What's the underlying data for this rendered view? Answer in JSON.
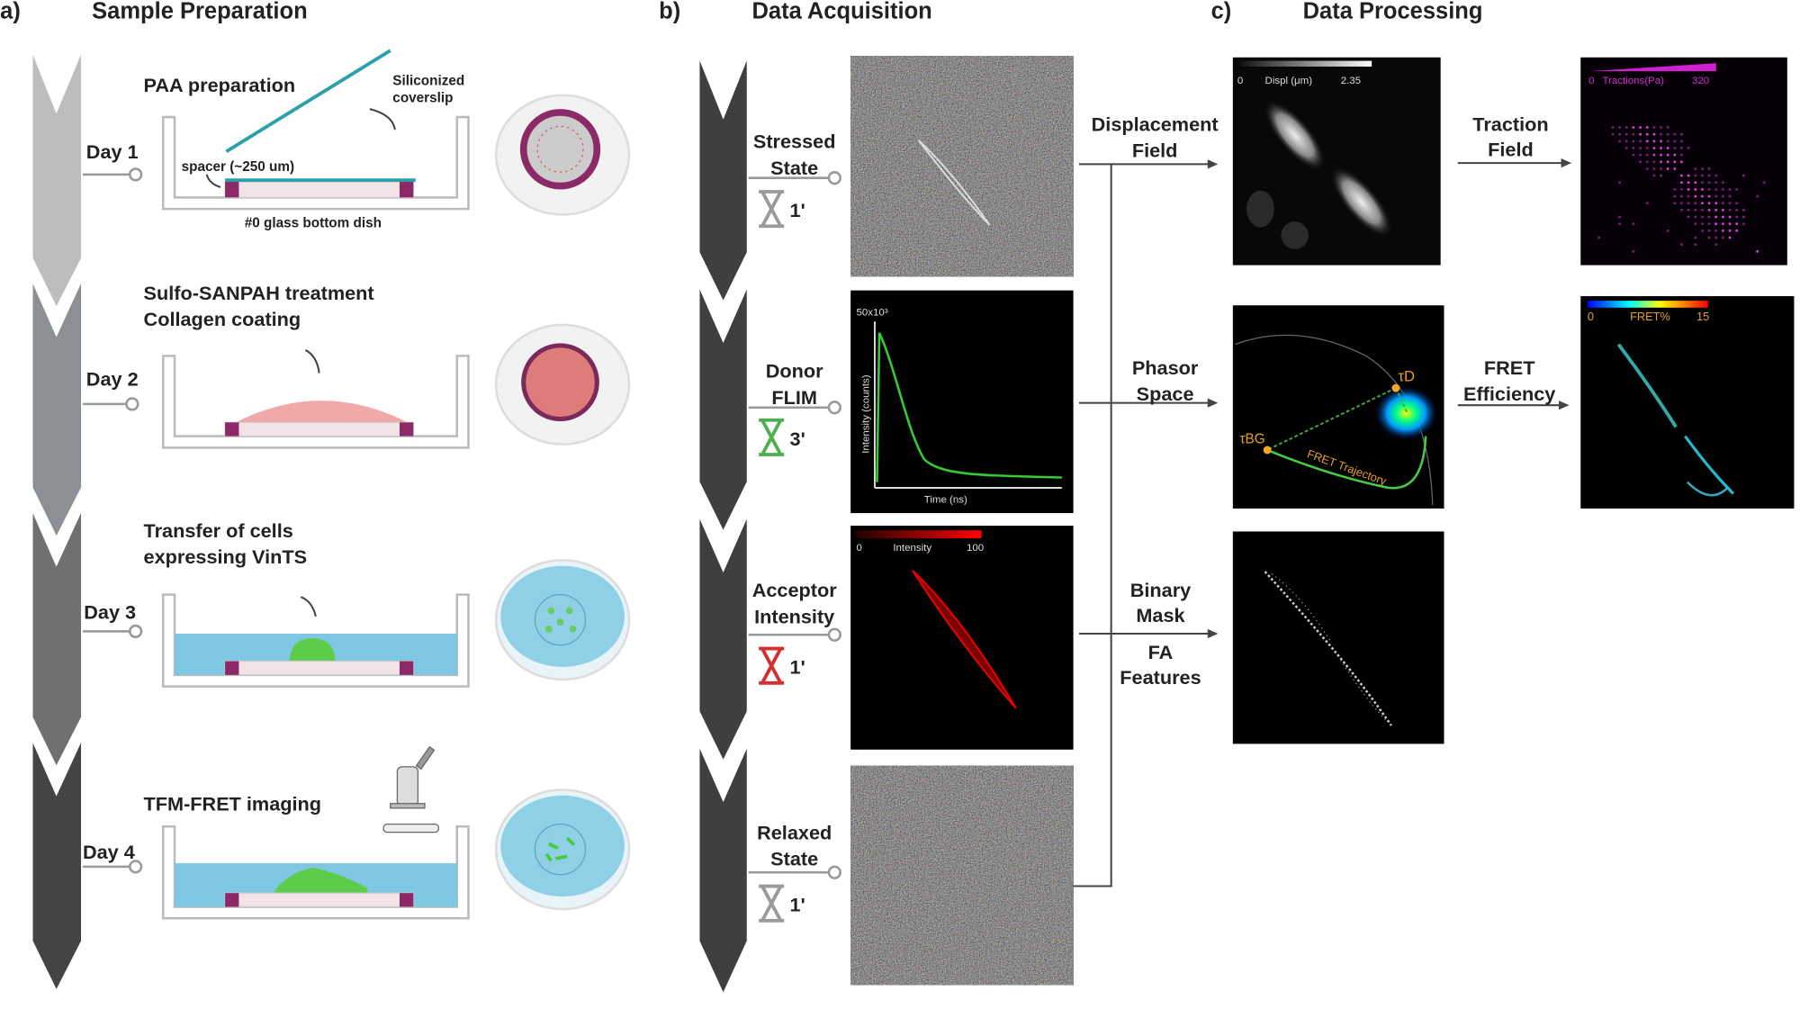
{
  "panels": {
    "a": {
      "letter": "a)",
      "title": "Sample Preparation"
    },
    "b": {
      "letter": "b)",
      "title": "Data Acquisition"
    },
    "c": {
      "letter": "c)",
      "title": "Data Processing"
    }
  },
  "preparation": {
    "days": [
      "Day 1",
      "Day 2",
      "Day 3",
      "Day 4"
    ],
    "steps": [
      {
        "title": [
          "PAA preparation"
        ],
        "annotations": [
          "Siliconized",
          "coverslip",
          "spacer (~250 um)",
          "#0 glass bottom dish"
        ]
      },
      {
        "title": [
          "Sulfo-SANPAH treatment",
          "Collagen coating"
        ]
      },
      {
        "title": [
          "Transfer of cells",
          "expressing VinTS"
        ]
      },
      {
        "title": [
          "TFM-FRET imaging"
        ]
      }
    ]
  },
  "acquisition": {
    "steps": [
      {
        "label": [
          "Stressed",
          "State"
        ],
        "duration": "1'",
        "timer_color": "#9a9a9a"
      },
      {
        "label": [
          "Donor",
          "FLIM"
        ],
        "duration": "3'",
        "timer_color": "#4caf50"
      },
      {
        "label": [
          "Acceptor",
          "Intensity"
        ],
        "duration": "1'",
        "timer_color": "#d32f2f"
      },
      {
        "label": [
          "Relaxed",
          "State"
        ],
        "duration": "1'",
        "timer_color": "#9a9a9a"
      }
    ],
    "flim_plot": {
      "ymax_label": "50x10³",
      "ylabel": "Intensity (counts)",
      "xlabel": "Time (ns)"
    },
    "acceptor_colorbar": {
      "min": "0",
      "label": "Intensity",
      "max": "100"
    }
  },
  "processing": {
    "arrows": {
      "displacement": [
        "Displacement",
        "Field"
      ],
      "phasor": [
        "Phasor",
        "Space"
      ],
      "mask": [
        "Binary",
        "Mask"
      ],
      "fa": [
        "FA",
        "Features"
      ],
      "traction": [
        "Traction",
        "Field"
      ],
      "fret": [
        "FRET",
        "Efficiency"
      ]
    },
    "displacement_colorbar": {
      "min": "0",
      "label": "Displ (μm)",
      "max": "2.35"
    },
    "traction_colorbar": {
      "min": "0",
      "label": "Tractions(Pa)",
      "max": "320"
    },
    "fret_colorbar": {
      "min": "0",
      "label": "FRET%",
      "max": "15"
    },
    "phasor": {
      "tau_d": "τD",
      "tau_bg": "τBG",
      "trajectory": "FRET Trajectory"
    }
  },
  "colors": {
    "chevron_a": [
      "#bdbdbd",
      "#8c9094",
      "#707070",
      "#444444"
    ],
    "chevron_b": "#3f3f3f",
    "spacer": "#8b2a66",
    "medium": "#7ec8e3",
    "cell": "#5ccc4a",
    "collagen": "#f0a8a8"
  }
}
